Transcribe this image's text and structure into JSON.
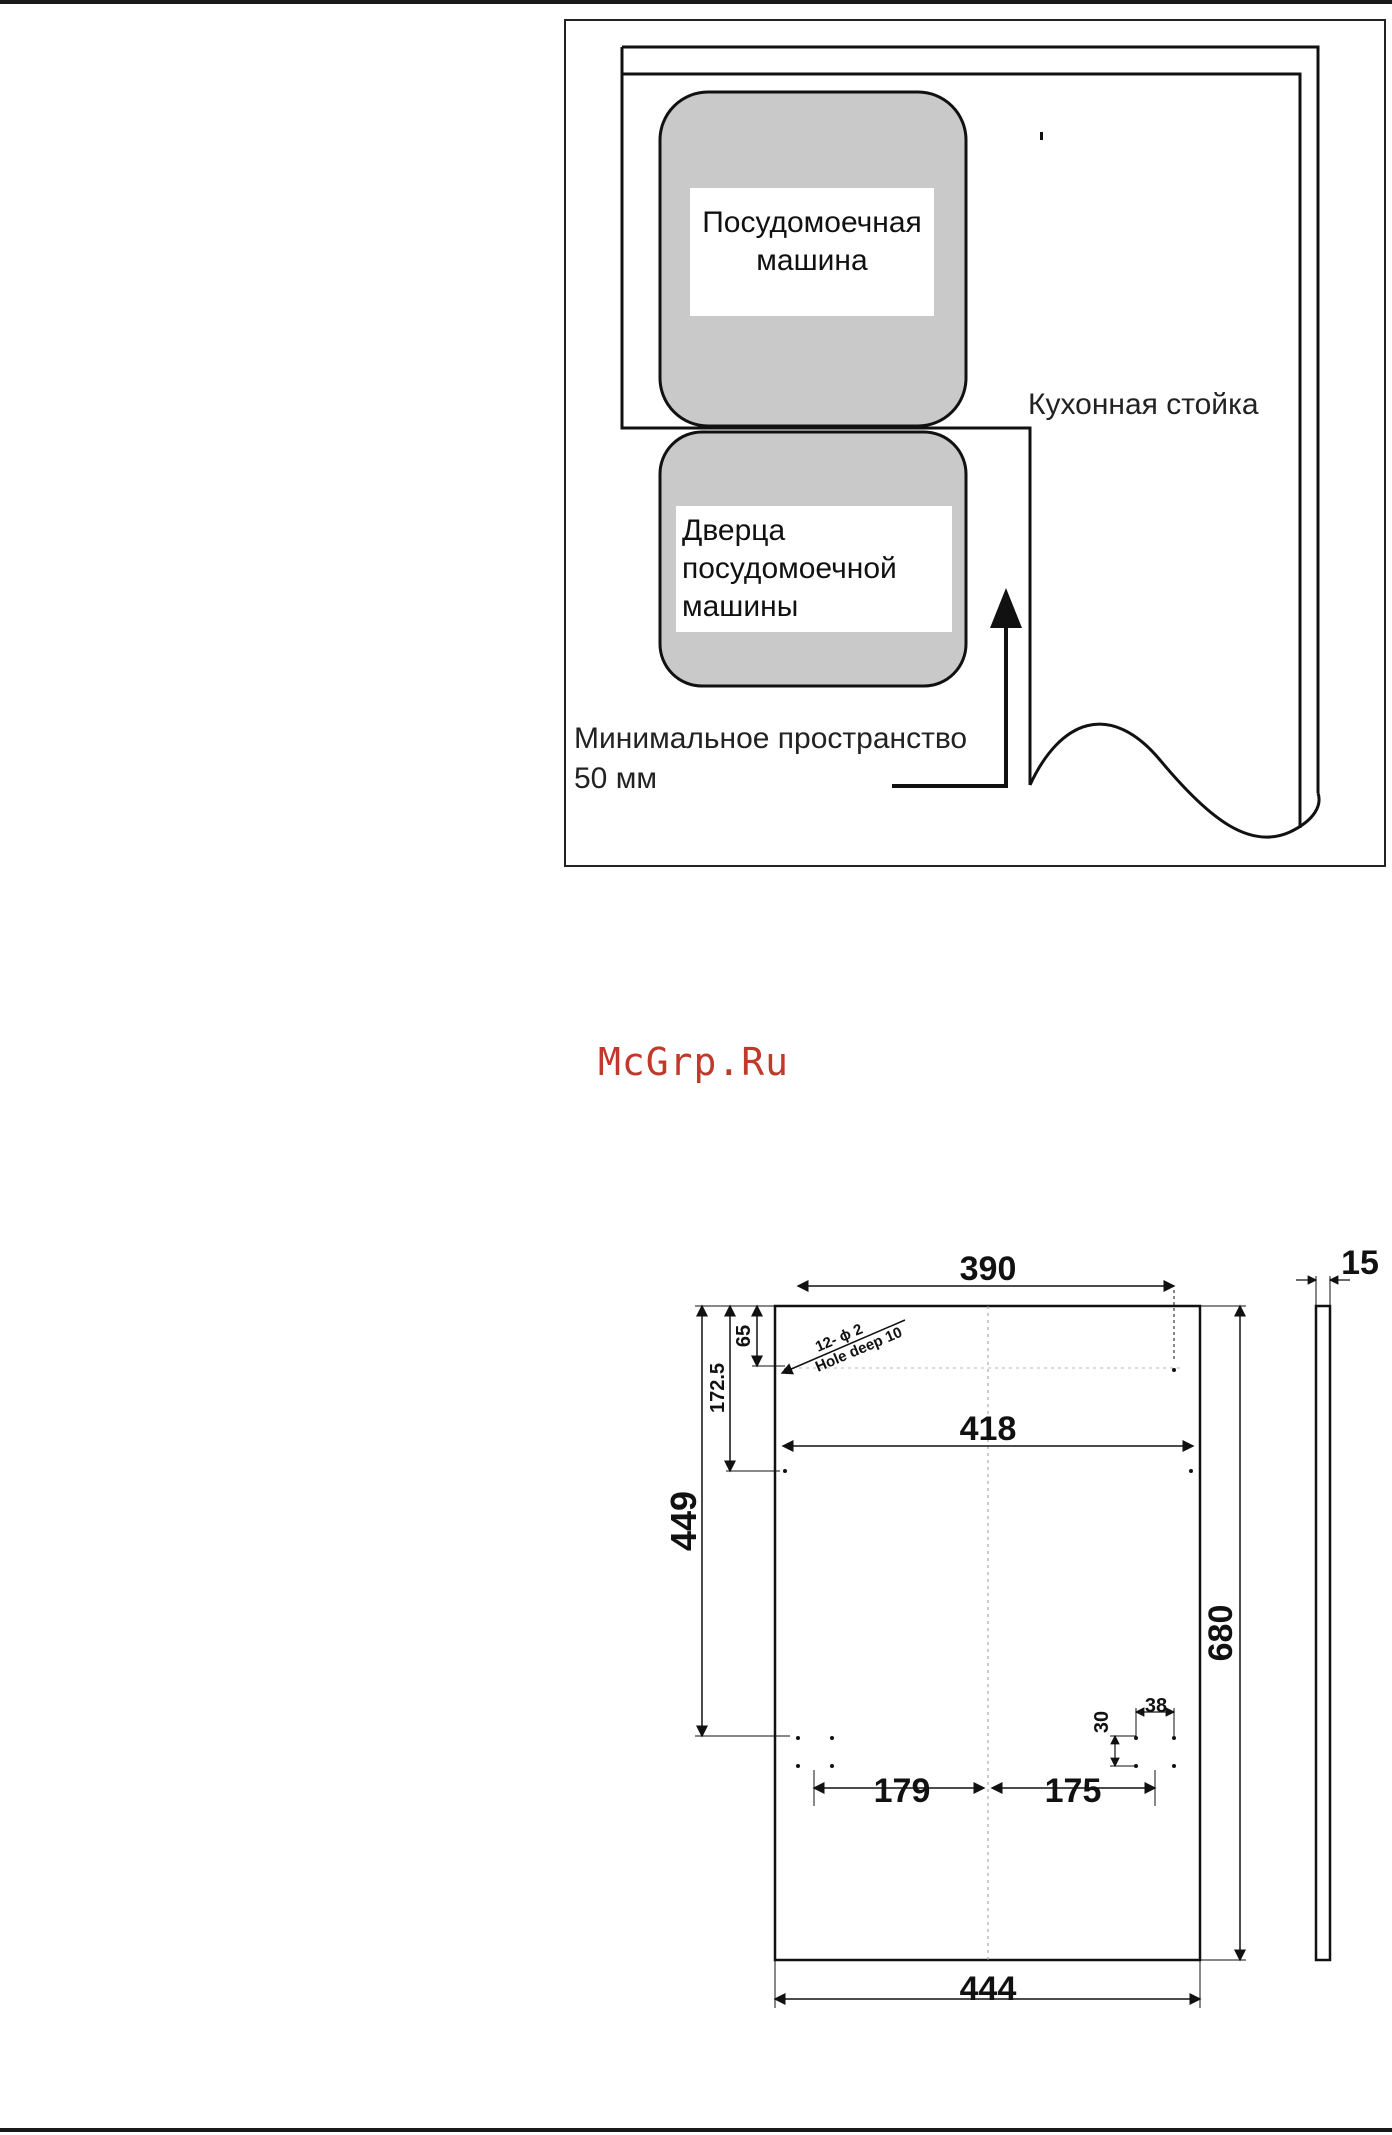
{
  "watermark": "McGrp.Ru",
  "installation_diagram": {
    "dishwasher_label_line1": "Посудомоечная",
    "dishwasher_label_line2": "машина",
    "door_label_line1": "Дверца",
    "door_label_line2": "посудомоечной",
    "door_label_line3": "машины",
    "counter_label": "Кухонная стойка",
    "min_space_line1": "Минимальное пространство",
    "min_space_line2": "50 мм"
  },
  "panel_drawing": {
    "dim_390": "390",
    "dim_418": "418",
    "dim_444": "444",
    "dim_680": "680",
    "dim_449": "449",
    "dim_172_5": "172.5",
    "dim_65": "65",
    "dim_179": "179",
    "dim_175": "175",
    "dim_38": "38",
    "dim_30": "30",
    "dim_15": "15",
    "hole_note_line1": "12- ϕ 2",
    "hole_note_line2": "Hole deep 10"
  }
}
